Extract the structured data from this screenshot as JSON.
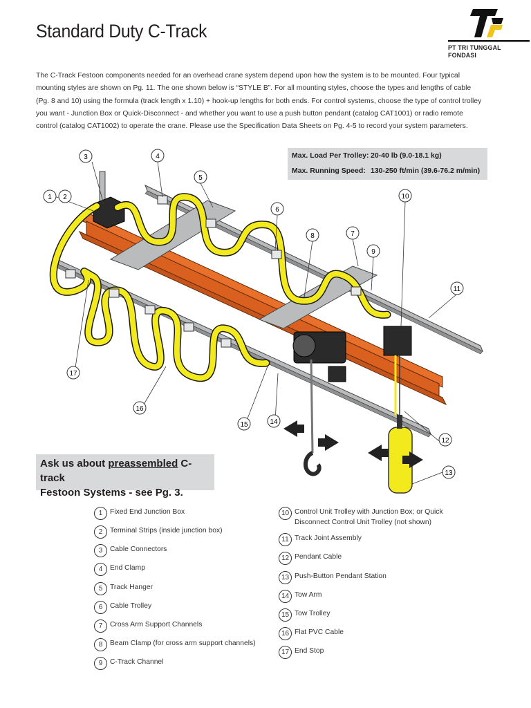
{
  "header": {
    "title": "Standard Duty C-Track",
    "brand_name": "PT TRI TUNGGAL FONDASI"
  },
  "intro": "The C-Track Festoon components needed for an overhead crane system depend upon how the system is to be mounted.  Four typical mounting styles are shown on Pg. 11.  The one shown below is “STYLE B”.  For all mounting styles, choose the types and lengths of cable (Pg. 8 and 10) using the formula (track length x 1.10) + hook-up lengths for both ends.  For control systems, choose the type of control trolley you want - Junction Box or Quick-Disconnect - and whether you want to use a push button pendant (catalog CAT1001) or radio remote control (catalog CAT1002) to operate the crane.  Please use the Specification Data Sheets on Pg. 4-5 to record your system parameters.",
  "specs": {
    "load_label": "Max. Load Per Trolley:",
    "load_value": "20-40 lb (9.0-18.1 kg)",
    "speed_label": "Max. Running Speed:",
    "speed_value": "130-250 ft/min (39.6-76.2 m/min)"
  },
  "callout": {
    "prefix": "Ask us about ",
    "underlined": "preassembled",
    "suffix": " C-track",
    "line2": "Festoon Systems - see Pg. 3."
  },
  "diagram_labels": [
    "1",
    "2",
    "3",
    "4",
    "5",
    "6",
    "7",
    "8",
    "9",
    "10",
    "11",
    "12",
    "13",
    "14",
    "15",
    "16",
    "17"
  ],
  "legend_left": [
    {
      "num": "1",
      "text": "Fixed End Junction Box"
    },
    {
      "num": "2",
      "text": "Terminal Strips (inside junction box)"
    },
    {
      "num": "3",
      "text": "Cable Connectors"
    },
    {
      "num": "4",
      "text": "End Clamp"
    },
    {
      "num": "5",
      "text": "Track Hanger"
    },
    {
      "num": "6",
      "text": "Cable Trolley"
    },
    {
      "num": "7",
      "text": "Cross Arm Support Channels"
    },
    {
      "num": "8",
      "text": "Beam Clamp (for cross arm support channels)"
    },
    {
      "num": "9",
      "text": "C-Track Channel"
    }
  ],
  "legend_right": [
    {
      "num": "10",
      "text": "Control Unit Trolley with Junction Box; or Quick Disconnect Control Unit Trolley (not shown)"
    },
    {
      "num": "11",
      "text": "Track Joint Assembly"
    },
    {
      "num": "12",
      "text": "Pendant Cable"
    },
    {
      "num": "13",
      "text": "Push-Button Pendant Station"
    },
    {
      "num": "14",
      "text": "Tow Arm"
    },
    {
      "num": "15",
      "text": "Tow Trolley"
    },
    {
      "num": "16",
      "text": "Flat PVC Cable"
    },
    {
      "num": "17",
      "text": "End Stop"
    }
  ],
  "colors": {
    "beam": "#e8702a",
    "cable": "#f2ea1c",
    "track": "#b9bbbd",
    "panel": "#d8d9db"
  }
}
